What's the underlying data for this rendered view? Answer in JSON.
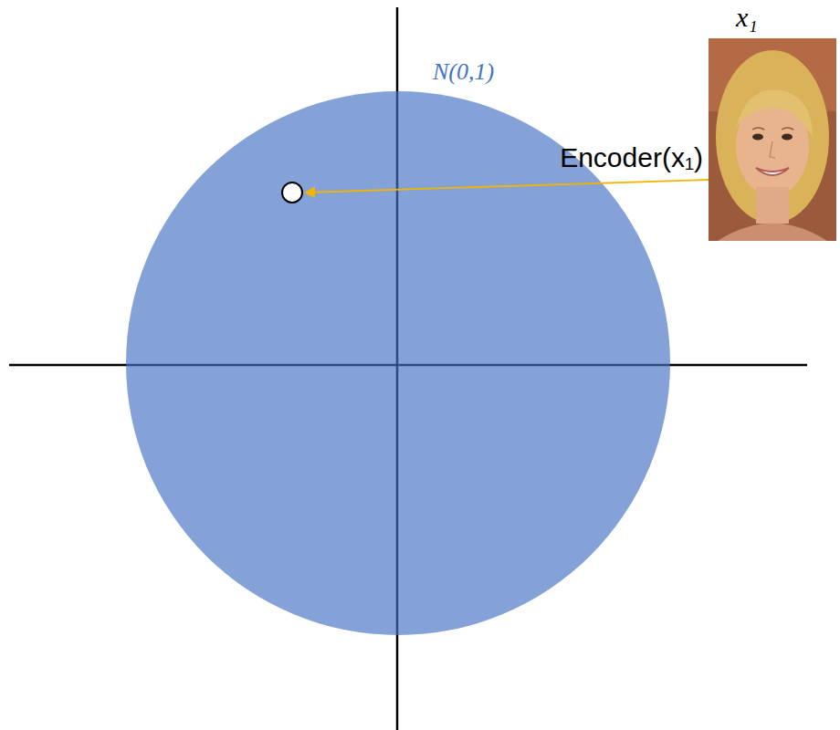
{
  "diagram": {
    "nodes": [
      {
        "text": [
          "N(0,1)"
        ]
      }
    ],
    "labels": [
      "Encoder(x₁)",
      "x₁"
    ]
  }
}
